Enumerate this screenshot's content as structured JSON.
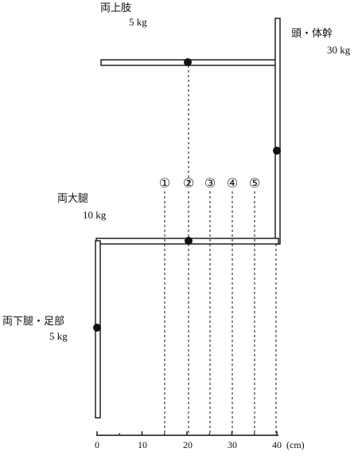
{
  "segments": {
    "arms": {
      "name": "両上肢",
      "mass": "5 kg"
    },
    "trunk": {
      "name": "頭・体幹",
      "mass": "30 kg"
    },
    "thighs": {
      "name": "両大腿",
      "mass": "10 kg"
    },
    "shanks": {
      "name": "両下腿・足部",
      "mass": "5 kg"
    }
  },
  "markers": [
    "①",
    "②",
    "③",
    "④",
    "⑤"
  ],
  "axis": {
    "ticks": [
      "0",
      "10",
      "20",
      "30",
      "40"
    ],
    "unit": "(cm)"
  },
  "colors": {
    "ink": "#111111",
    "paper": "#ffffff"
  }
}
